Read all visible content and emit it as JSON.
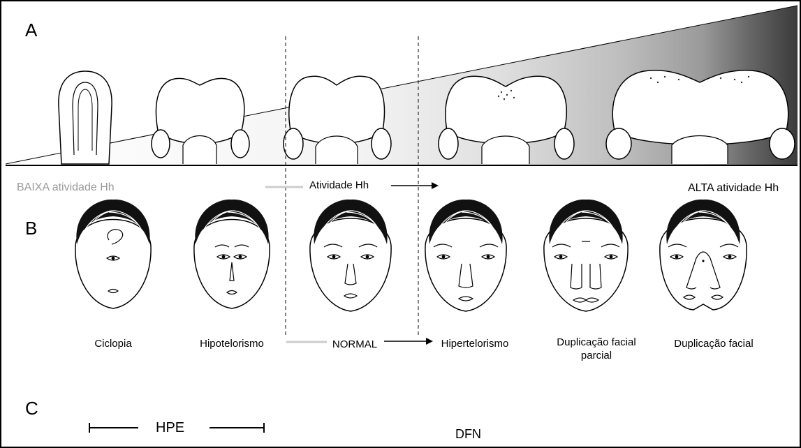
{
  "panels": {
    "a": "A",
    "b": "B",
    "c": "C"
  },
  "activity": {
    "low": "BAIXA atividade Hh",
    "middle": "Atividade Hh",
    "high": "ALTA atividade Hh"
  },
  "phenotypes": [
    {
      "label": "Ciclopia"
    },
    {
      "label": "Hipotelorismo"
    },
    {
      "label": "NORMAL"
    },
    {
      "label": "Hipertelorismo"
    },
    {
      "label": "Duplicação facial",
      "label2": "parcial"
    },
    {
      "label": "Duplicação facial"
    }
  ],
  "spectrum": {
    "hpe": "HPE",
    "dfn": "DFN"
  },
  "colors": {
    "gradient_light": "#f2f2f2",
    "gradient_dark": "#555555",
    "line": "#000000",
    "faint": "#b5b5b5"
  }
}
